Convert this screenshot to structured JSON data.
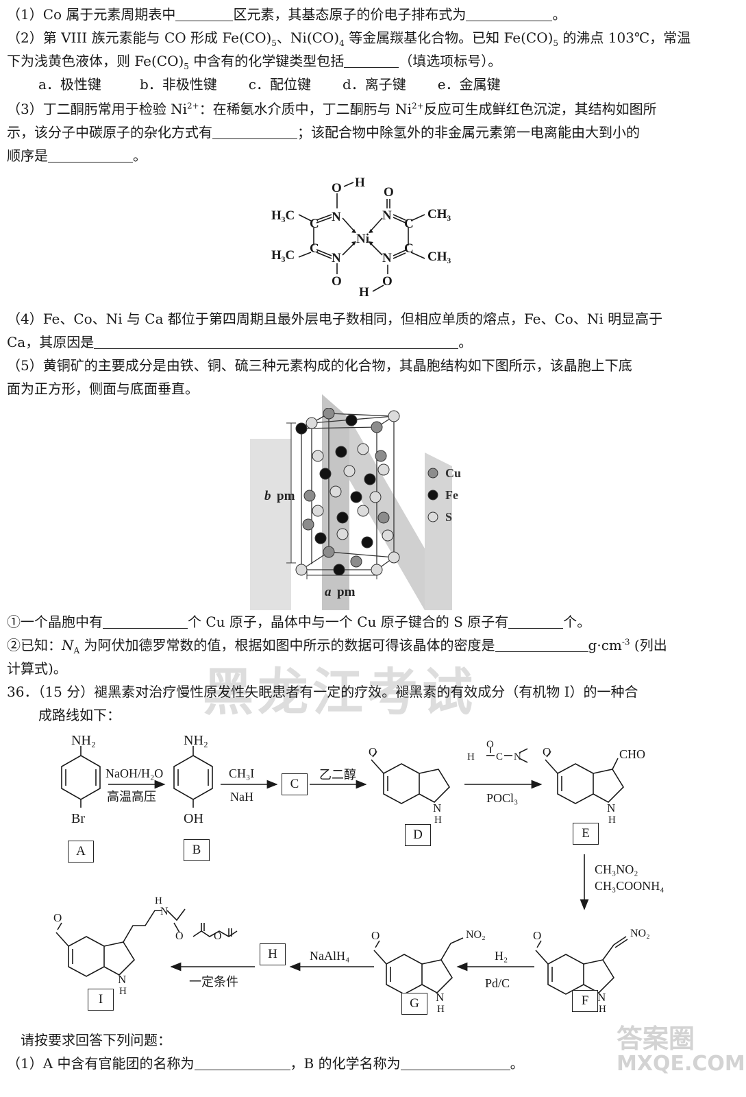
{
  "q35": {
    "p1_a": "（1）Co 属于元素周期表中",
    "p1_b": "区元素，其基态原子的价电子排布式为",
    "p1_c": "。",
    "p2_l1_a": "（2）第 VIII 族元素能与 CO 形成 Fe(CO)",
    "p2_l1_s1": "5",
    "p2_l1_b": "、Ni(CO)",
    "p2_l1_s2": "4",
    "p2_l1_c": " 等金属羰基化合物。已知 Fe(CO)",
    "p2_l1_s3": "5",
    "p2_l1_d": " 的沸点 103℃，常温",
    "p2_l2_a": "下为浅黄色液体，则 Fe(CO)",
    "p2_l2_s": "5",
    "p2_l2_b": " 中含有的化学键类型包括",
    "p2_l2_c": "（填选项标号）。",
    "options": [
      "a．极性键",
      "b．非极性键",
      "c．配位键",
      "d．离子键",
      "e．金属键"
    ],
    "p3_l1_a": "（3）丁二酮肟常用于检验 Ni",
    "p3_sup": "2+",
    "p3_l1_b": "：在稀氨水介质中，丁二酮肟与 Ni",
    "p3_l1_c": "反应可生成鲜红色沉淀，其结构如图所",
    "p3_l2_a": "示，该分子中碳原子的杂化方式有",
    "p3_l2_b": "；该配合物中除氢外的非金属元素第一电离能由大到小的",
    "p3_l3_a": "顺序是",
    "p3_l3_b": "。",
    "p4_l1": "（4）Fe、Co、Ni 与 Ca 都位于第四周期且最外层电子数相同，但相应单质的熔点，Fe、Co、Ni 明显高于",
    "p4_l2_a": "Ca，其原因是",
    "p4_l2_b": "。",
    "p5_l1": "（5）黄铜矿的主要成分是由铁、铜、硫三种元素构成的化合物，其晶胞结构如下图所示，该晶胞上下底",
    "p5_l2": "面为正方形，侧面与底面垂直。",
    "p5_q1_a": "①一个晶胞中有",
    "p5_q1_b": "个 Cu 原子，晶体中与一个 Cu 原子键合的 S 原子有",
    "p5_q1_c": "个。",
    "p5_q2_a": "②已知：",
    "p5_q2_na": "N",
    "p5_q2_nasub": "A",
    "p5_q2_b": " 为阿伏加德罗常数的值，根据如图中所示的数据可得该晶体的密度是",
    "p5_q2_unit": "g·cm",
    "p5_q2_exp": "-3",
    "p5_q2_c": " (列出",
    "p5_q2_l2": "计算式)。"
  },
  "ni_complex": {
    "labels": [
      "H",
      "O",
      "N",
      "C",
      "H₃C",
      "Ni",
      "CH₃"
    ]
  },
  "crystal": {
    "legend": [
      "Cu",
      "Fe",
      "S"
    ],
    "b_label": "b",
    "a_label": "a",
    "unit": "pm",
    "colors": {
      "Cu": "#8c8c8c",
      "Fe": "#111111",
      "S": "#dcdcdc"
    }
  },
  "q36": {
    "intro_l1": "36．（15 分）褪黑素对治疗慢性原发性失眠患者有一定的疗效。褪黑素的有效成分（有机物 I）的一种合",
    "intro_l2": "成路线如下：",
    "reagents": {
      "a_b_top": "NaOH/H₂O",
      "a_b_bottom": "高温高压",
      "b_c_top": "CH₃I",
      "b_c_bottom": "NaH",
      "c_d_top": "乙二醇",
      "d_e_bottom": "POCl₃",
      "e_f_1": "CH₃NO₂",
      "e_f_2": "CH₃COONH₄",
      "f_g_top": "H₂",
      "f_g_bottom": "Pd/C",
      "g_h_top": "NaAlH₄",
      "h_i_bottom": "一定条件"
    },
    "compound_labels": [
      "A",
      "B",
      "C",
      "D",
      "E",
      "F",
      "G",
      "H",
      "I"
    ],
    "groups": {
      "nh2": "NH₂",
      "br": "Br",
      "oh": "OH",
      "cho": "CHO",
      "no2": "NO₂",
      "nh": "N",
      "h": "H",
      "o": "O"
    },
    "ask": "请按要求回答下列问题：",
    "q1_a": "（1）A 中含有官能团的名称为",
    "q1_b": "，B 的化学名称为",
    "q1_c": "。"
  },
  "watermark": {
    "text": "黑龙江考试",
    "logo": "答案圈",
    "url": "MXQE.COM"
  }
}
